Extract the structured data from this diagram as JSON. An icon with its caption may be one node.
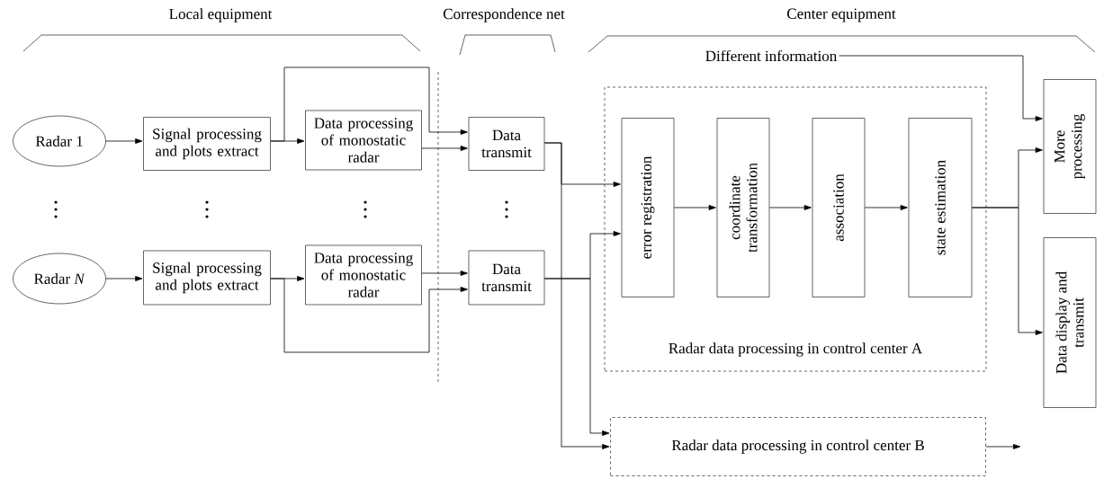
{
  "diagram": {
    "nodes": [
      {
        "text": [
          "Radar 1"
        ]
      },
      {
        "text": [
          "Signal processing and plots extract"
        ]
      },
      {
        "text": [
          "Data processing of monostatic radar"
        ]
      },
      {
        "text": [
          "Data transmit"
        ]
      },
      {
        "text": [
          "Radar *N*"
        ]
      },
      {
        "text": [
          "Signal processing and plots extract"
        ]
      },
      {
        "text": [
          "Data processing of monostatic radar"
        ]
      },
      {
        "text": [
          "Data transmit"
        ]
      },
      {
        "text": [
          "Radar data processing in control center A"
        ]
      },
      {
        "text": [
          "error registration"
        ],
        "in": 8
      },
      {
        "text": [
          "coordinate transformation"
        ],
        "in": 8
      },
      {
        "text": [
          "association"
        ],
        "in": 8
      },
      {
        "text": [
          "state estimation"
        ],
        "in": 8
      },
      {
        "text": [
          "Radar data processing in control center B"
        ]
      },
      {
        "text": [
          "More processing"
        ]
      },
      {
        "text": [
          "Data display and transmit"
        ]
      },
      {
        "text": [
          "Different information"
        ]
      }
    ],
    "edges": [
      {
        "from": 0,
        "to": 1,
        "arrow": "to"
      },
      {
        "from": 1,
        "to": 2,
        "arrow": "to"
      },
      {
        "from": 1,
        "to": 3,
        "arrow": "to"
      },
      {
        "from": 2,
        "to": 3,
        "arrow": "to"
      },
      {
        "from": 4,
        "to": 5,
        "arrow": "to"
      },
      {
        "from": 5,
        "to": 6,
        "arrow": "to"
      },
      {
        "from": 5,
        "to": 7,
        "arrow": "to"
      },
      {
        "from": 6,
        "to": 7,
        "arrow": "to"
      },
      {
        "from": 3,
        "to": 9,
        "arrow": "to"
      },
      {
        "from": 3,
        "to": 13,
        "arrow": "to"
      },
      {
        "from": 7,
        "to": 9,
        "arrow": "to"
      },
      {
        "from": 7,
        "to": 13,
        "arrow": "to"
      },
      {
        "from": 9,
        "to": 10,
        "arrow": "to"
      },
      {
        "from": 10,
        "to": 11,
        "arrow": "to"
      },
      {
        "from": 11,
        "to": 12,
        "arrow": "to"
      },
      {
        "from": 12,
        "to": 14,
        "arrow": "to"
      },
      {
        "from": 12,
        "to": 15,
        "arrow": "to"
      },
      {
        "from": 16,
        "to": 14,
        "arrow": "to"
      },
      {
        "from": 13,
        "to": null,
        "arrow": "to"
      }
    ],
    "labels": [
      "Local equipment",
      "Correspondence net",
      "Center equipment"
    ]
  }
}
